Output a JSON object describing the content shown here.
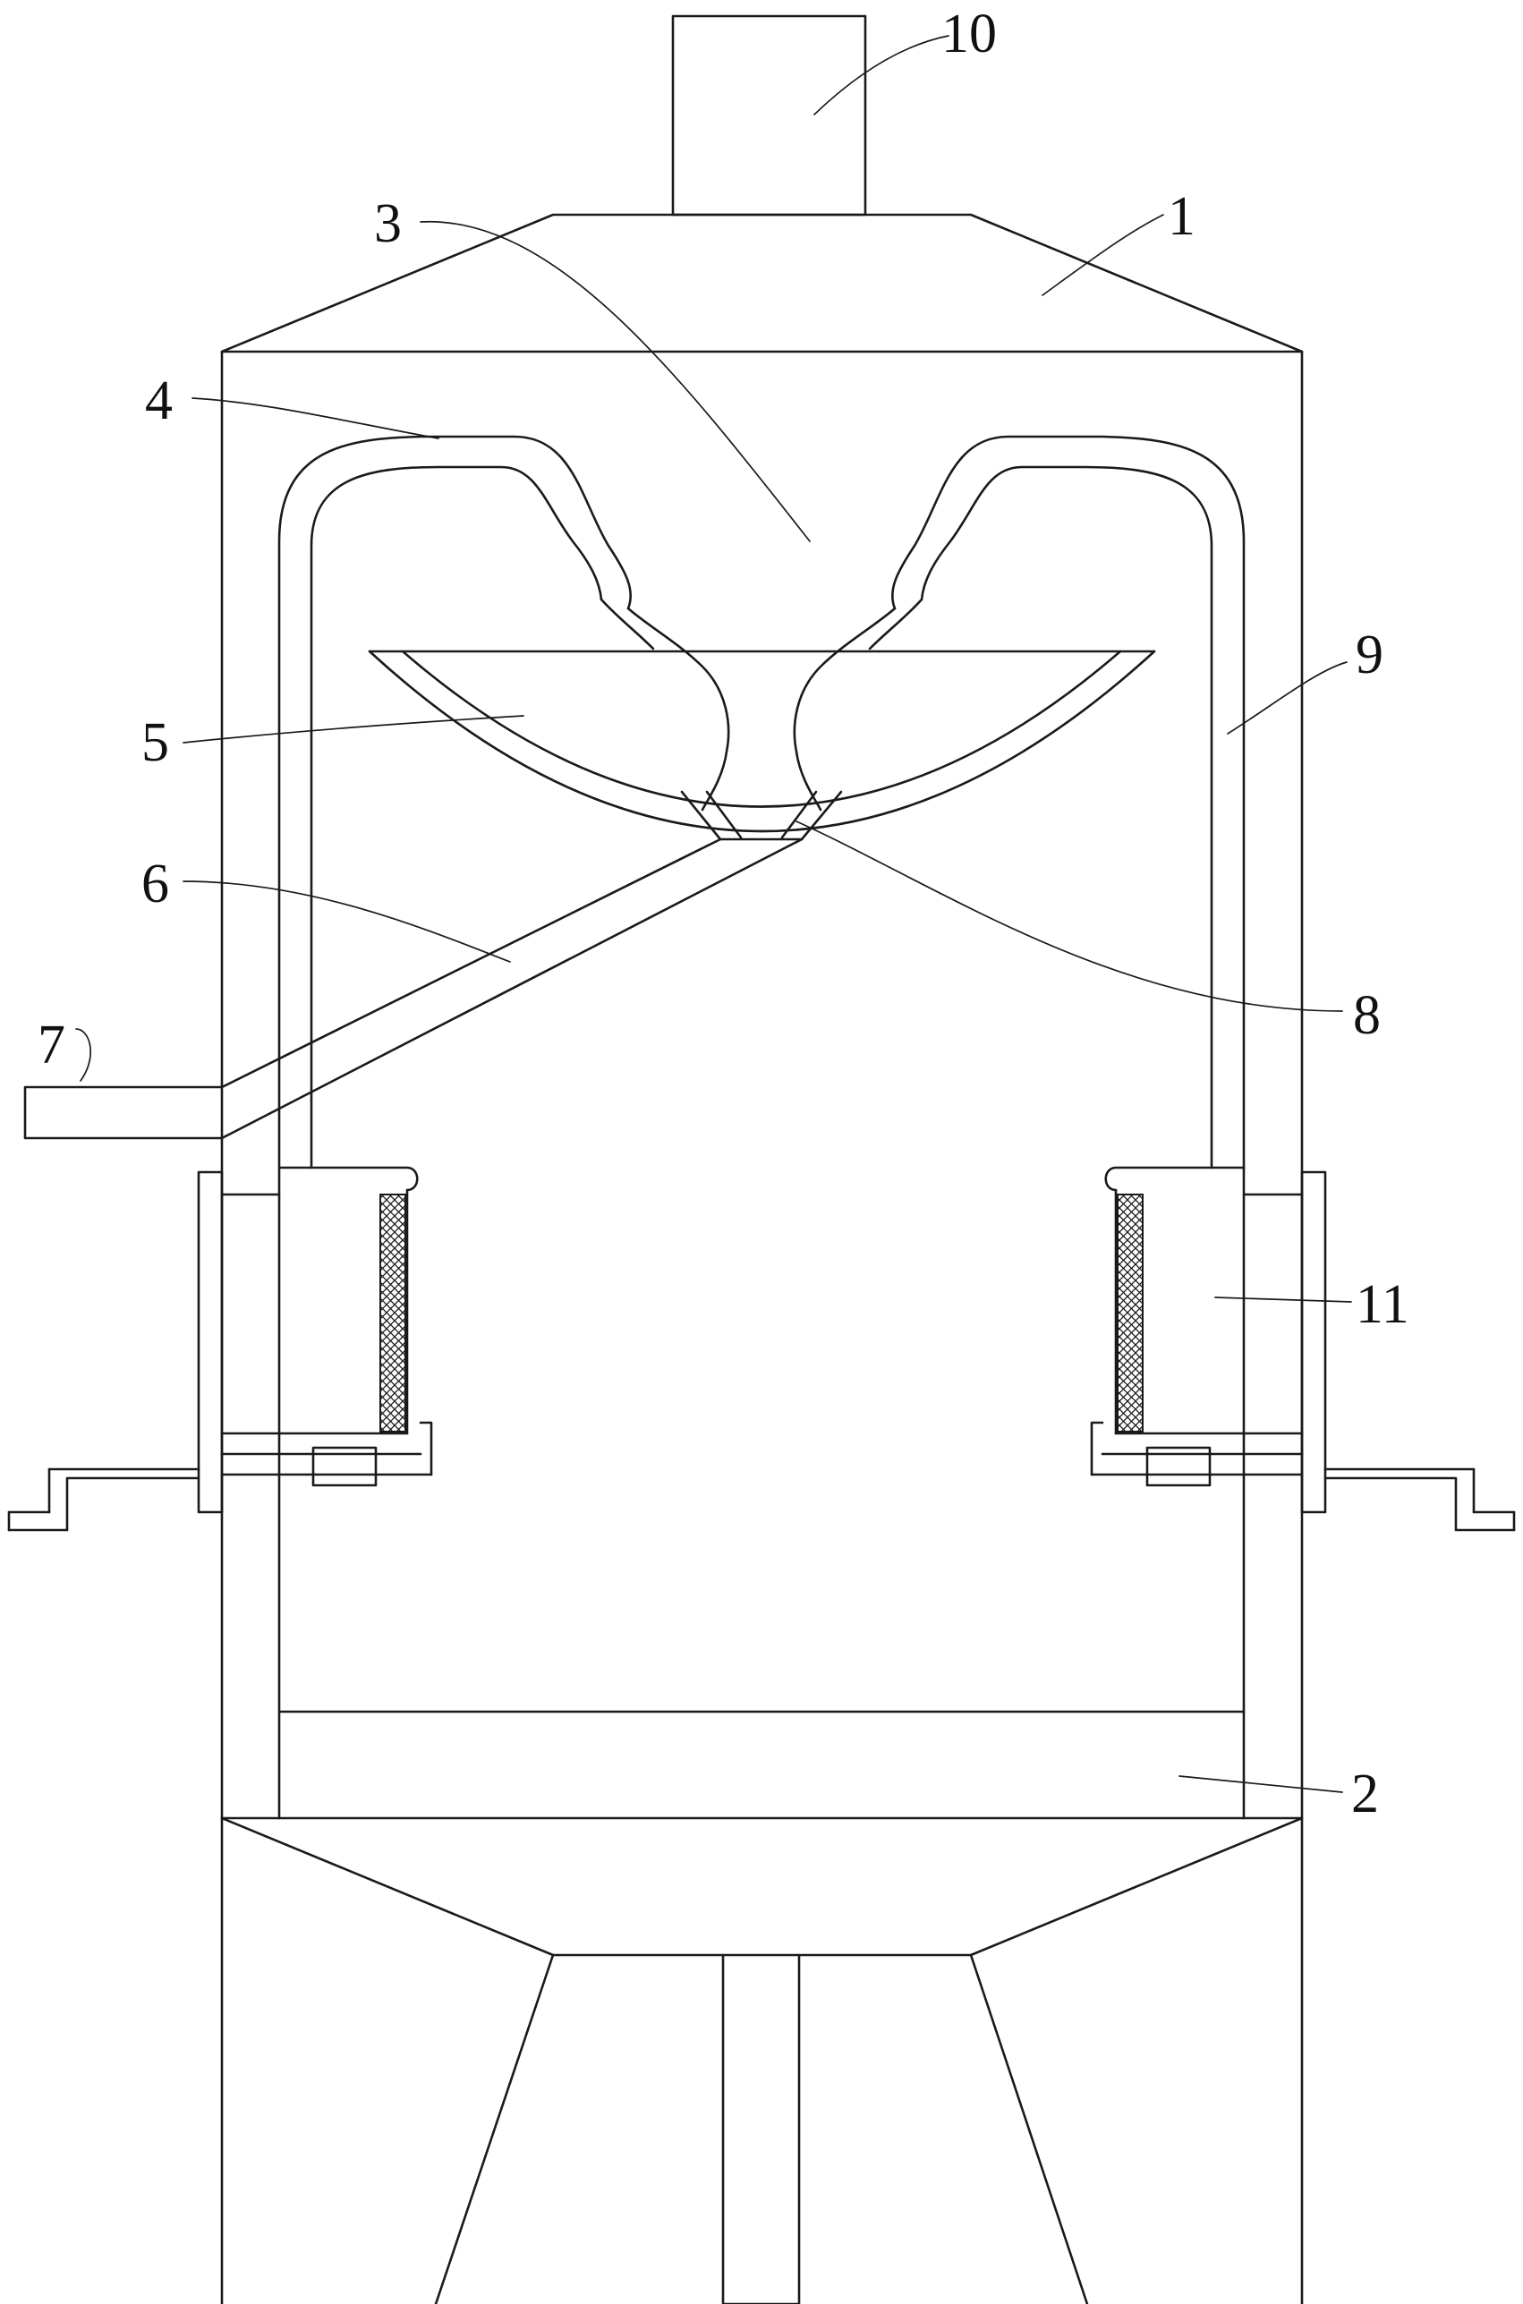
{
  "labels": {
    "l1": "1",
    "l2": "2",
    "l3": "3",
    "l4": "4",
    "l5": "5",
    "l6": "6",
    "l7": "7",
    "l8": "8",
    "l9": "9",
    "l10": "10",
    "l11": "11"
  },
  "colors": {
    "line": "#1a1a1a",
    "background": "#ffffff"
  }
}
